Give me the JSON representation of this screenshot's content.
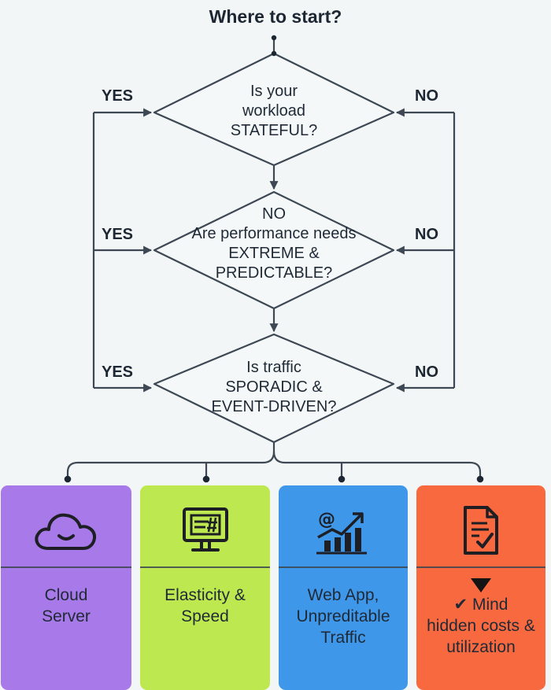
{
  "title": "Where to start?",
  "decisions": [
    {
      "lines": [
        "Is your",
        "workload",
        "STATEFUL?"
      ],
      "yes_label": "YES",
      "no_label": "NO"
    },
    {
      "lines": [
        "NO",
        "Are performance needs",
        "EXTREME &",
        "PREDICTABLE?"
      ],
      "yes_label": "YES",
      "no_label": "NO"
    },
    {
      "lines": [
        "Is traffic",
        "SPORADIC &",
        "EVENT-DRIVEN?"
      ],
      "yes_label": "YES",
      "no_label": "NO"
    }
  ],
  "outcomes": [
    {
      "icon": "cloud-icon",
      "color": "#a779e9",
      "lines": [
        "Cloud",
        "Server"
      ]
    },
    {
      "icon": "monitor-icon",
      "color": "#bde84f",
      "lines": [
        "Elasticity &",
        "Speed"
      ]
    },
    {
      "icon": "analytics-chart-icon",
      "color": "#3f97ea",
      "lines": [
        "Web App,",
        "Unpreditable",
        "Traffic"
      ]
    },
    {
      "icon": "checklist-document-icon",
      "color": "#f9693f",
      "lines": [
        "✔ Mind",
        "hidden costs &",
        "utilization"
      ]
    }
  ],
  "colors": {
    "line": "#3d4854",
    "diamond_fill": "#f5f8f9",
    "background": "#f3f6f7"
  }
}
